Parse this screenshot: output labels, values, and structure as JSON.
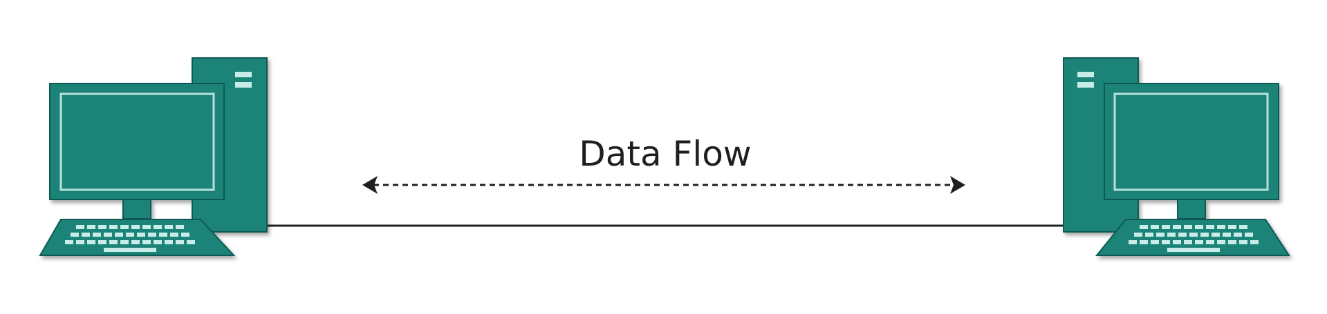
{
  "diagram": {
    "label": "Data Flow",
    "nodes": [
      {
        "id": "computer-left",
        "icon": "desktop-computer-icon"
      },
      {
        "id": "computer-right",
        "icon": "desktop-computer-icon"
      }
    ],
    "edges": [
      {
        "from": "computer-left",
        "to": "computer-right",
        "style": "solid",
        "kind": "connection-cable"
      },
      {
        "from": "computer-left",
        "to": "computer-right",
        "style": "dashed",
        "kind": "bidirectional-arrow"
      }
    ],
    "colors": {
      "computer_fill": "#1e8378",
      "computer_dark": "#156b61",
      "screen_border": "#b7e2dd",
      "keys": "#c8ece8",
      "line": "#1f1f1f",
      "text": "#1f1f1f",
      "background": "#ffffff"
    }
  }
}
